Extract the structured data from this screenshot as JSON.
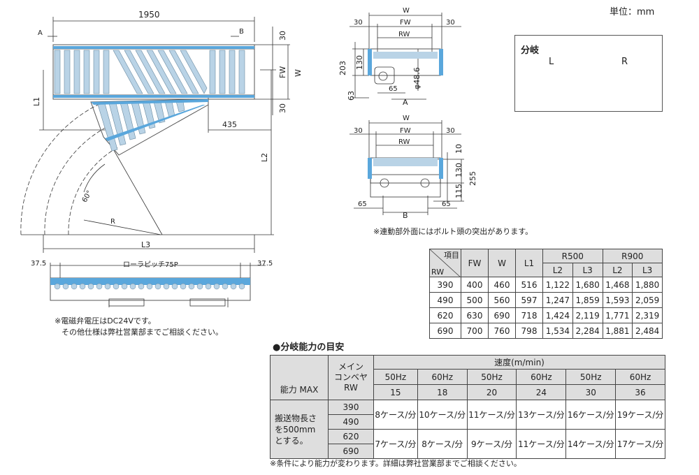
{
  "unit_label": "単位：mm",
  "plan_dims": {
    "length": "1950",
    "a": "A",
    "b": "B",
    "top_30": "30",
    "fw": "FW",
    "w": "W",
    "bottom_30": "30",
    "l1": "L1",
    "d435": "435",
    "l2": "L2",
    "angle": "60°",
    "r": "R",
    "l3": "L3"
  },
  "view_a": {
    "w": "W",
    "left_30": "30",
    "fw": "FW",
    "right_30": "30",
    "rw": "RW",
    "h203": "203",
    "h130": "130",
    "h63": "63",
    "d65": "65",
    "dia": "φ48.6",
    "label": "A"
  },
  "view_b": {
    "w": "W",
    "left_30": "30",
    "fw": "FW",
    "right_30": "30",
    "rw": "RW",
    "h10": "10",
    "h130": "130",
    "h115": "115",
    "h255": "255",
    "left_65": "65",
    "right_65": "65",
    "label": "B"
  },
  "side_view": {
    "left_37": "37.5",
    "pitch": "ローラピッチ75P",
    "right_37": "37.5"
  },
  "notes": {
    "bolt": "※連動部外面にはボルト頭の突出があります。",
    "solenoid_1": "※電磁弁電圧はDC24Vです。",
    "solenoid_2": "その他仕様は弊社営業部までご相談ください。",
    "capacity": "※条件により能力が変わります。詳細は弊社営業部までご相談ください。"
  },
  "bunki": {
    "title": "分岐",
    "left": "L",
    "right": "R",
    "color": "#3d9ad8"
  },
  "spec_table": {
    "item": "項目",
    "rw": "RW",
    "fw": "FW",
    "w": "W",
    "l1": "L1",
    "r500": "R500",
    "r900": "R900",
    "l2": "L2",
    "l3": "L3",
    "rows": [
      [
        "390",
        "400",
        "460",
        "516",
        "1,122",
        "1,680",
        "1,468",
        "1,880"
      ],
      [
        "490",
        "500",
        "560",
        "597",
        "1,247",
        "1,859",
        "1,593",
        "2,059"
      ],
      [
        "620",
        "630",
        "690",
        "718",
        "1,424",
        "2,119",
        "1,771",
        "2,319"
      ],
      [
        "690",
        "700",
        "760",
        "798",
        "1,534",
        "2,284",
        "1,881",
        "2,484"
      ]
    ]
  },
  "capacity": {
    "title": "●分岐能力の目安",
    "main_conv_1": "メイン",
    "main_conv_2": "コンベヤ",
    "main_conv_3": "RW",
    "speed": "速度(m/min)",
    "cap_max": "能力 MAX",
    "desc_1": "搬送物長さ",
    "desc_2": "を500mm",
    "desc_3": "とする。",
    "hz": [
      "50Hz",
      "60Hz",
      "50Hz",
      "60Hz",
      "50Hz",
      "60Hz"
    ],
    "speeds": [
      "15",
      "18",
      "20",
      "24",
      "30",
      "36"
    ],
    "rw": [
      "390",
      "490",
      "620",
      "690"
    ],
    "row1": [
      "8ケース/分",
      "10ケース/分",
      "11ケース/分",
      "13ケース/分",
      "16ケース/分",
      "19ケース/分"
    ],
    "row2": [
      "7ケース/分",
      "8ケース/分",
      "9ケース/分",
      "11ケース/分",
      "14ケース/分",
      "17ケース/分"
    ]
  },
  "colors": {
    "accent": "#5aa7dc",
    "roller": "#b9d3e6",
    "table_header": "#dedede"
  }
}
